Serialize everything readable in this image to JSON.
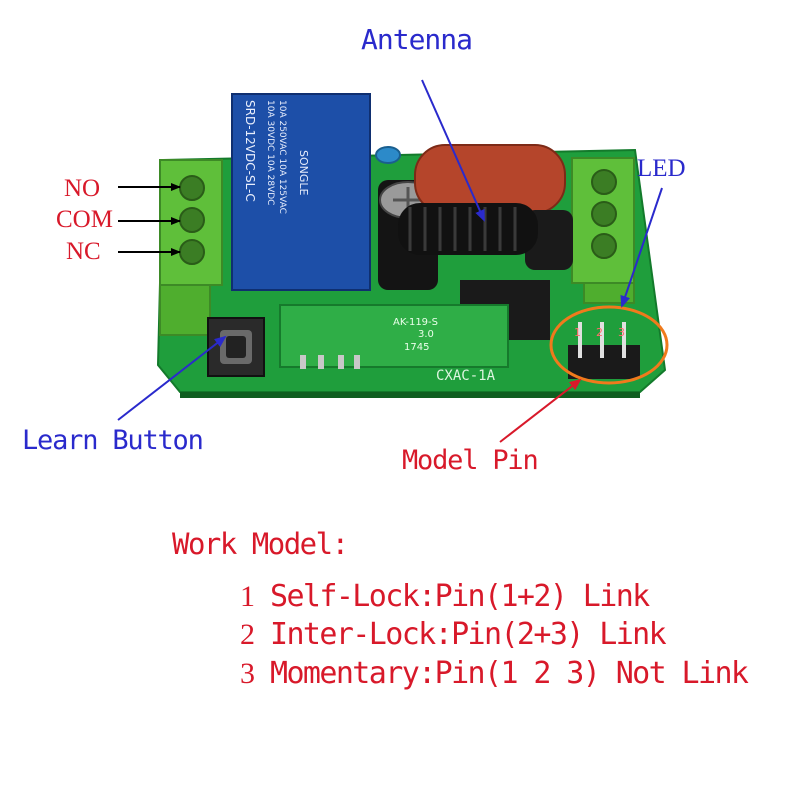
{
  "labels": {
    "antenna": "Antenna",
    "led": "LED",
    "no": "NO",
    "com": "COM",
    "nc": "NC",
    "learn_button": "Learn Button",
    "model_pin": "Model Pin"
  },
  "board": {
    "relay_text": [
      "SRD-12VDC-SL-C",
      "10A 30VDC 10A 28VDC",
      "10A 250VAC 10A 125VAC",
      "SONGLE"
    ],
    "module_text": [
      "AK-119-S",
      "3.0",
      "1745"
    ],
    "pcb_text": "CXAC-1A",
    "pin_numbers": [
      "1",
      "2",
      "3"
    ]
  },
  "work_model": {
    "title": "Work Model:",
    "modes": [
      {
        "number": "1",
        "text": "Self-Lock:Pin(1+2) Link"
      },
      {
        "number": "2",
        "text": "Inter-Lock:Pin(2+3) Link"
      },
      {
        "number": "3",
        "text": "Momentary:Pin(1 2 3) Not Link"
      }
    ]
  },
  "colors": {
    "label_blue": "#2a2acc",
    "label_red": "#d8192a",
    "pcb_green": "#1f9e3c",
    "terminal_green": "#5fbf3a",
    "relay_blue": "#1d4fa8",
    "capacitor_orange": "#b5452b",
    "highlight_orange": "#f07a1c"
  }
}
